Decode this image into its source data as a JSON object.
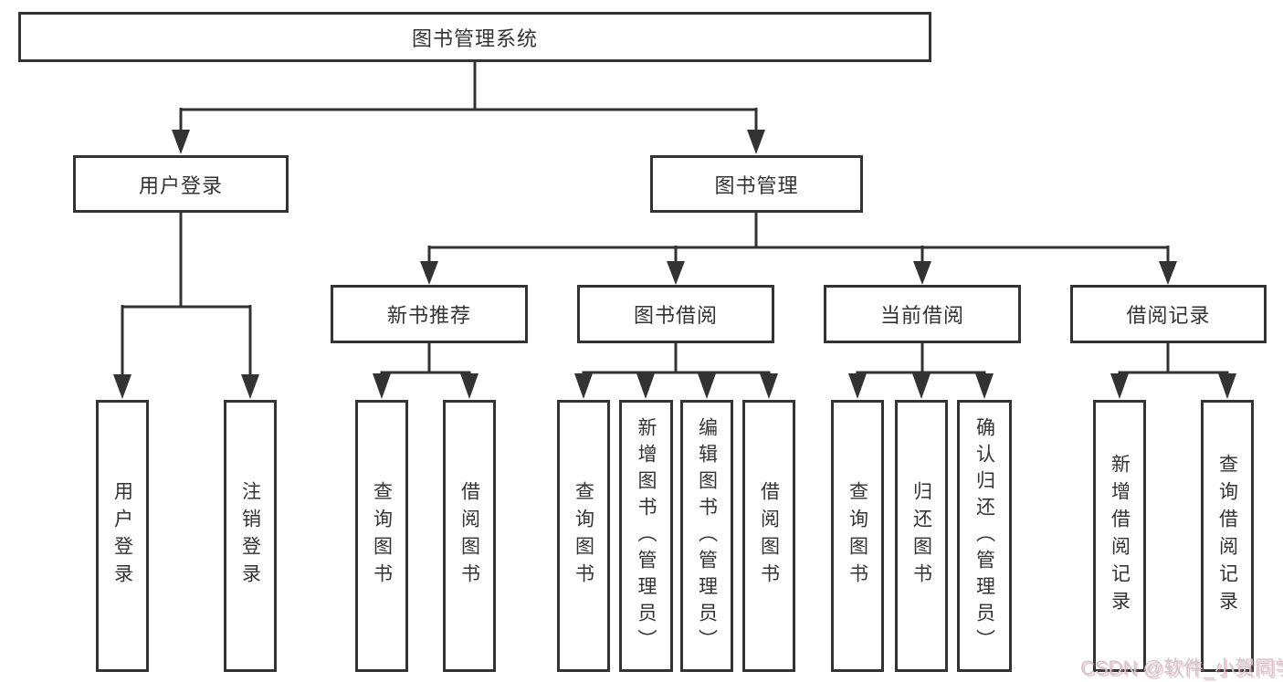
{
  "tree": {
    "root": "图书管理系统",
    "children": [
      {
        "label": "用户登录",
        "leaves": [
          "用户登录",
          "注销登录"
        ]
      },
      {
        "label": "图书管理",
        "children": [
          {
            "label": "新书推荐",
            "leaves": [
              "查询图书",
              "借阅图书"
            ]
          },
          {
            "label": "图书借阅",
            "leaves": [
              "查询图书",
              "新增图书（管理员）",
              "编辑图书（管理员）",
              "借阅图书"
            ]
          },
          {
            "label": "当前借阅",
            "leaves": [
              "查询图书",
              "归还图书",
              "确认归还（管理员）"
            ]
          },
          {
            "label": "借阅记录",
            "leaves": [
              "新增借阅记录",
              "查询借阅记录"
            ]
          }
        ]
      }
    ]
  },
  "watermark": "CSDN @软件_小贺同学",
  "colors": {
    "line": "#333333",
    "text": "#333333",
    "background": "#ffffff",
    "watermark_text": "#cbcbcb",
    "watermark_accent": "#eb6e87"
  }
}
